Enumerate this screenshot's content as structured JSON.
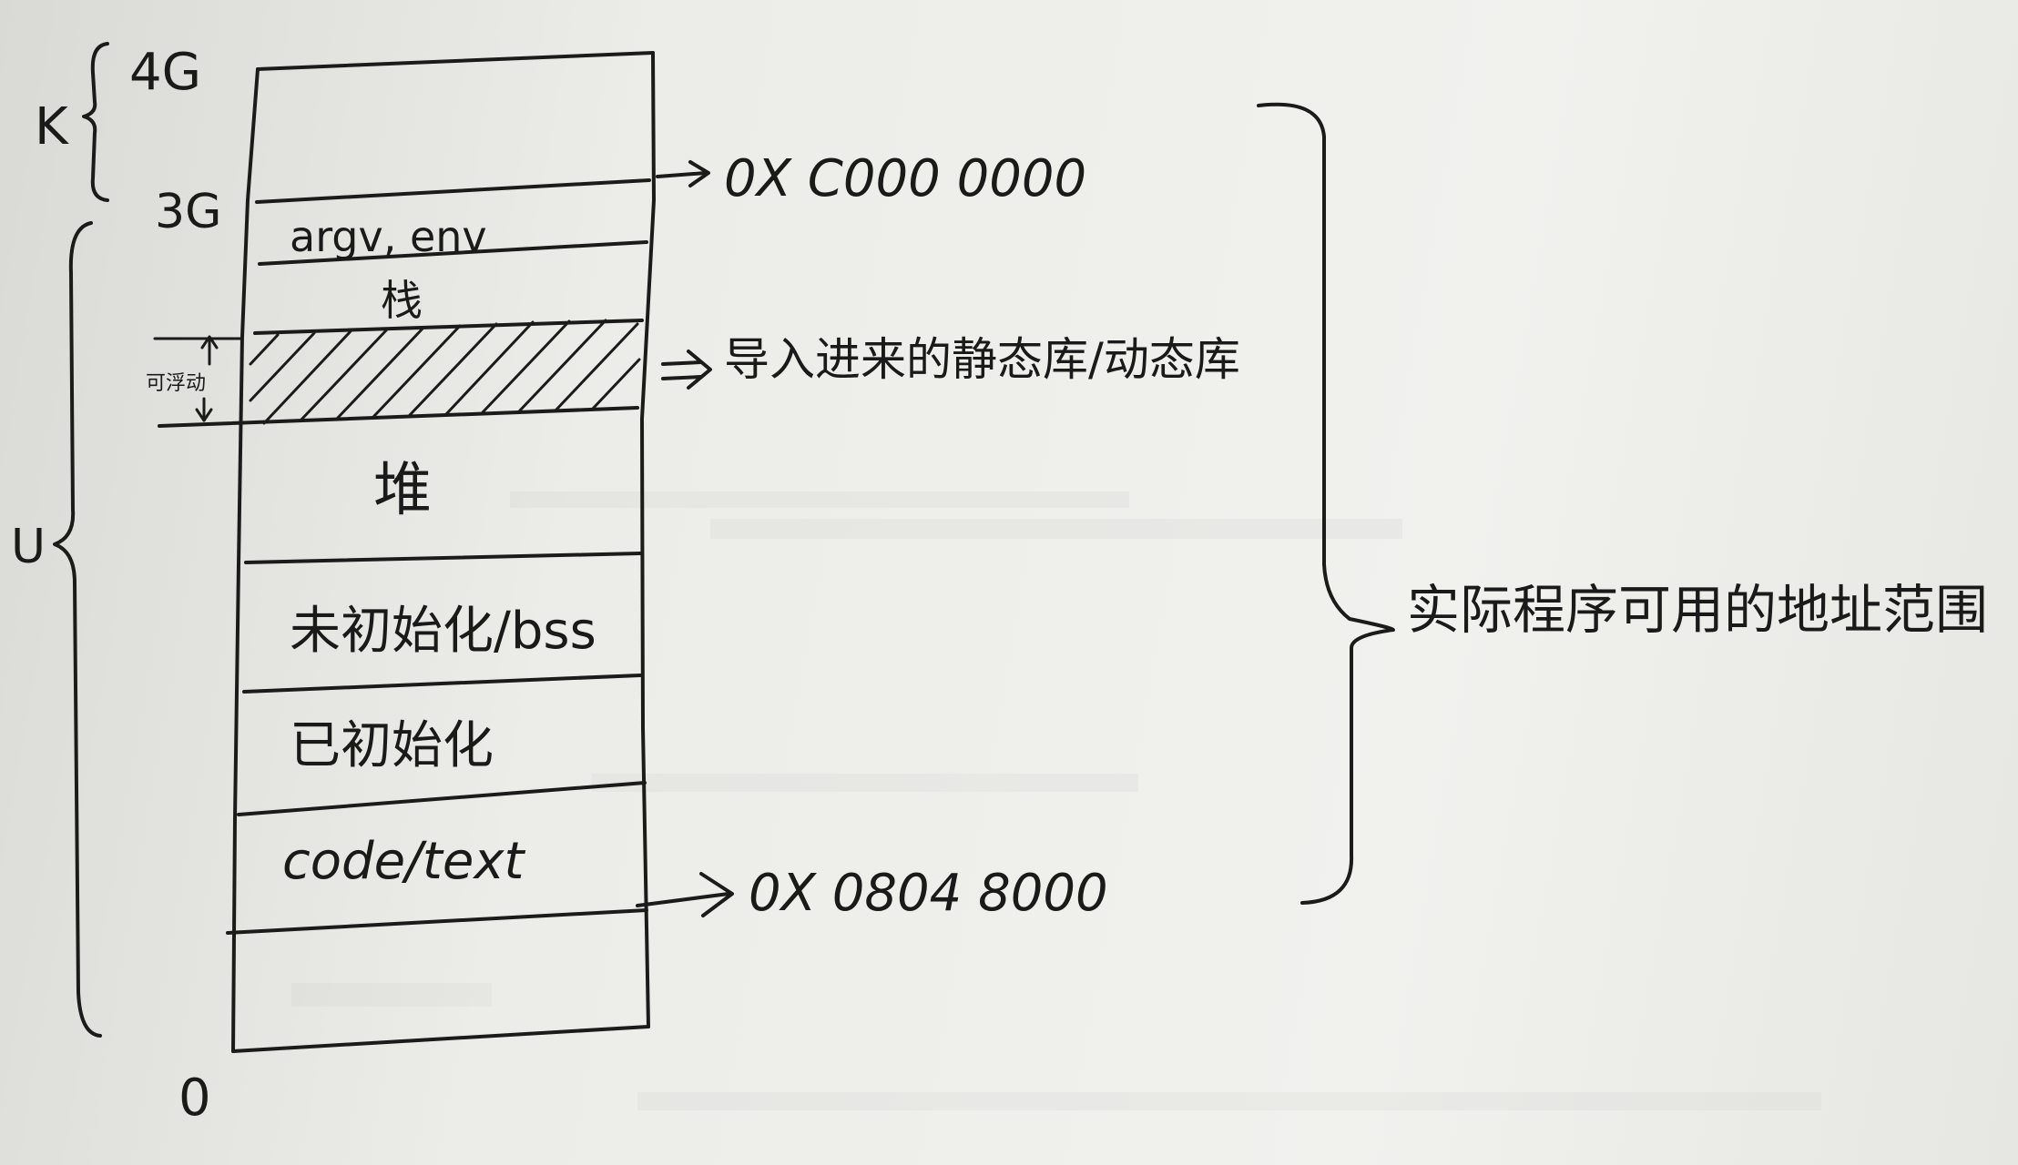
{
  "labels": {
    "top_4g": "4G",
    "k": "K",
    "mark_3g": "3G",
    "u": "U",
    "zero": "0",
    "movable": "可浮动",
    "addr_kernel": "0X C000 0000",
    "addr_code": "0X 0804 8000",
    "imported_libs": "导入进来的静态库/动态库",
    "usable_range": "实际程序可用的地址范围"
  },
  "segments": {
    "argv_env": "argv, env",
    "stack": "栈",
    "heap": "堆",
    "bss": "未初始化/bss",
    "data": "已初始化",
    "text": "code/text"
  },
  "colors": {
    "ink": "#1b1b1b",
    "paper": "#eeeeea"
  }
}
